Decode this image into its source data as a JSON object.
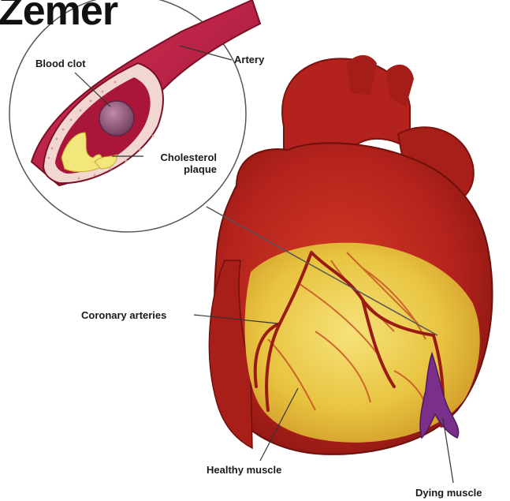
{
  "title": "Zemer",
  "labels": {
    "blood_clot": "Blood clot",
    "artery": "Artery",
    "cholesterol_line1": "Cholesterol",
    "cholesterol_line2": "plaque",
    "coronary": "Coronary arteries",
    "healthy": "Healthy muscle",
    "dying": "Dying muscle"
  },
  "colors": {
    "artery_wall": "#b81d3c",
    "plaque": "#f2e77a",
    "clot": "#8e5a7a",
    "heart_base": "#b3221c",
    "healthy_muscle": "#e8c440",
    "dying_muscle": "#7a2f8a"
  }
}
